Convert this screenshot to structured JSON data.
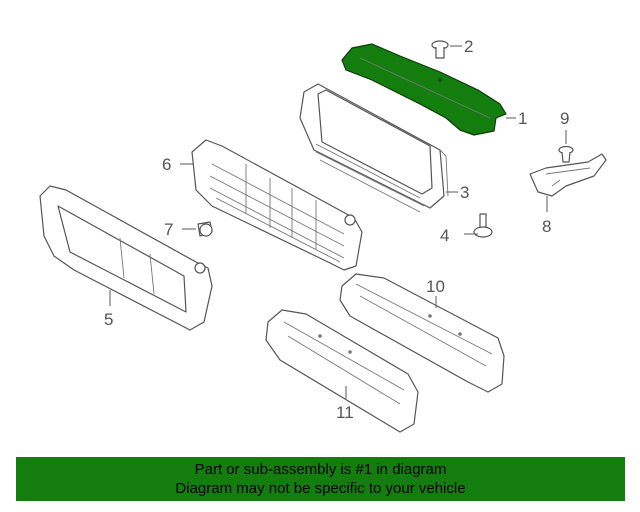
{
  "callouts": {
    "c1": "1",
    "c2": "2",
    "c3": "3",
    "c4": "4",
    "c5": "5",
    "c6": "6",
    "c7": "7",
    "c8": "8",
    "c9": "9",
    "c10": "10",
    "c11": "11"
  },
  "footer": {
    "line1": "Part or sub-assembly is #1 in diagram",
    "line2": "Diagram may not be specific to your vehicle"
  },
  "colors": {
    "highlight": "#137d0e",
    "banner": "#137d0e",
    "line": "#555555"
  }
}
